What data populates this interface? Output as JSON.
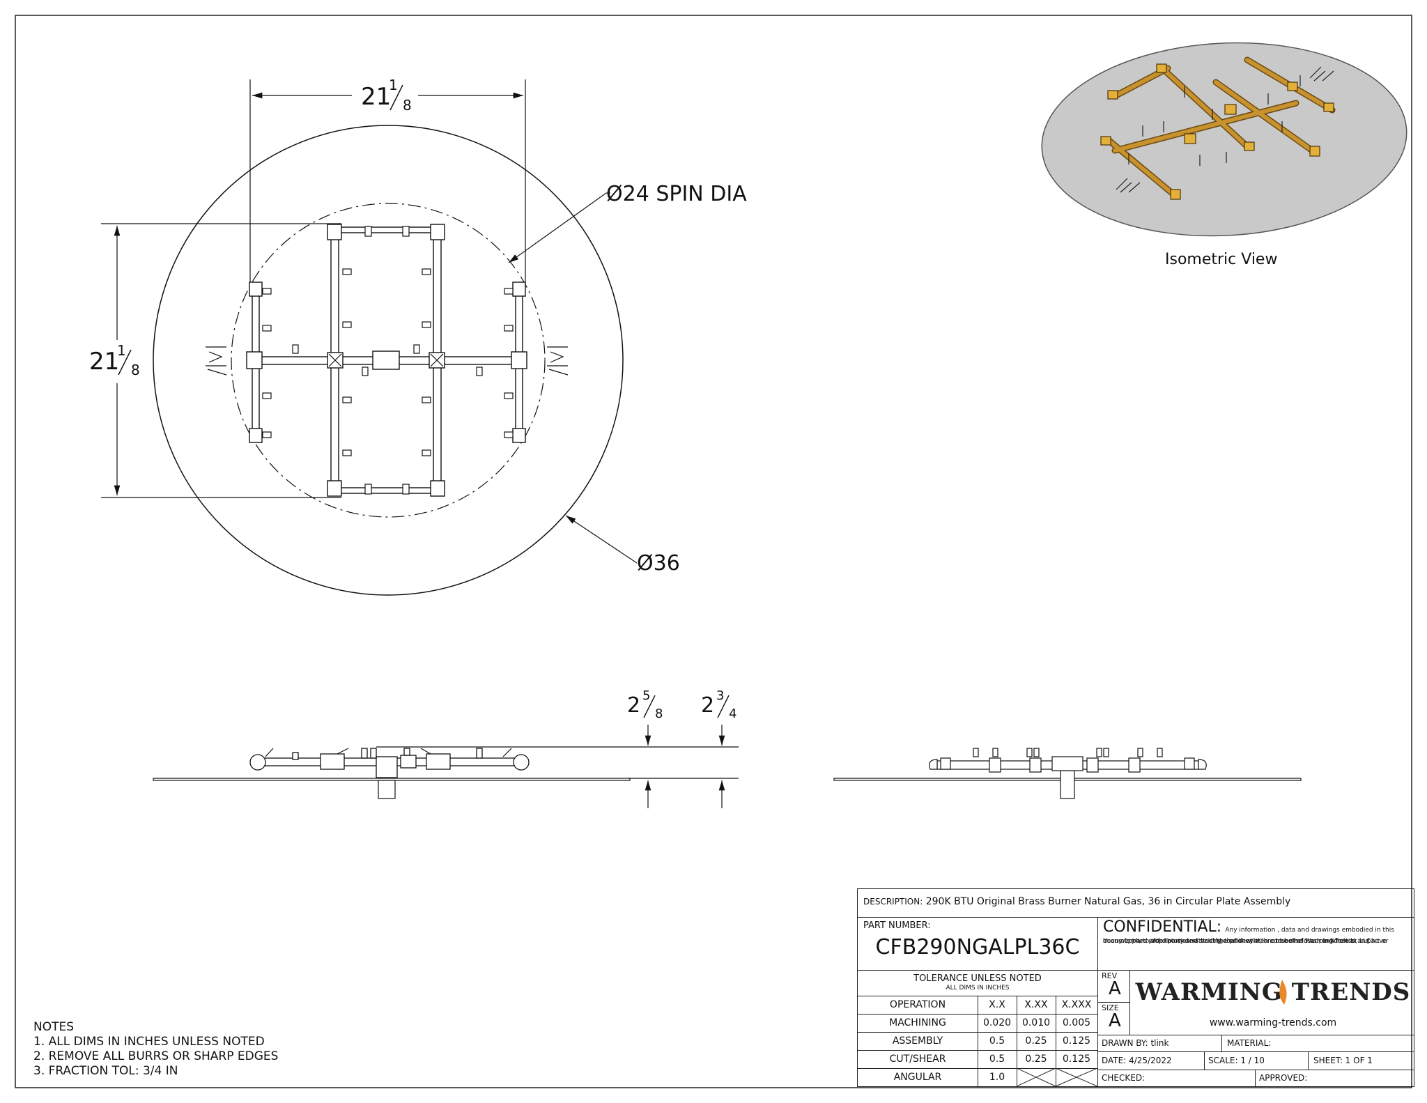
{
  "dimensions": {
    "width_whole": "21",
    "width_num": "1",
    "width_den": "8",
    "height_whole": "21",
    "height_num": "1",
    "height_den": "8",
    "spin_dia": "Ø24 SPIN DIA",
    "plate_dia": "Ø36",
    "burner_h_whole": "2",
    "burner_h_num": "5",
    "burner_h_den": "8",
    "total_h_whole": "2",
    "total_h_num": "3",
    "total_h_den": "4"
  },
  "views": {
    "isometric_label": "Isometric View"
  },
  "notes": {
    "title": "NOTES",
    "items": [
      "1. ALL DIMS IN INCHES UNLESS NOTED",
      "2. REMOVE ALL BURRS OR SHARP EDGES",
      "3. FRACTION TOL: 3/4 IN"
    ]
  },
  "title_block": {
    "description_label": "DESCRIPTION:",
    "description": "290K BTU Original Brass Burner Natural Gas, 36 in Circular Plate Assembly",
    "part_number_label": "PART NUMBER:",
    "part_number": "CFB290NGALPL36C",
    "confidential_title": "CONFIDENTIAL:",
    "confidential_lead": "Any information , data and drawings embodied in this",
    "confidential_lines": [
      "document are proprietary and strictly confidential, are to be held as confidential and have",
      "been supplied with the understanding that they will not be disclosed, in whole or in part or",
      "in any form, to third parties without the prior written consent of Warming Trends, LLC."
    ],
    "tolerance_title": "TOLERANCE UNLESS NOTED",
    "tolerance_sub": "ALL DIMS IN INCHES",
    "tol_headers": [
      "OPERATION",
      "X.X",
      "X.XX",
      "X.XXX"
    ],
    "tol_rows": [
      [
        "MACHINING",
        "0.020",
        "0.010",
        "0.005"
      ],
      [
        "ASSEMBLY",
        "0.5",
        "0.25",
        "0.125"
      ],
      [
        "CUT/SHEAR",
        "0.5",
        "0.25",
        "0.125"
      ]
    ],
    "angular_label": "ANGULAR",
    "angular_value": "1.0",
    "rev_label": "REV",
    "rev": "A",
    "size_label": "SIZE",
    "size": "A",
    "logo_text": "WARMING TRENDS",
    "website": "www.warming-trends.com",
    "drawn_by": "DRAWN BY: tlink",
    "material": "MATERIAL:",
    "date": "DATE:   4/25/2022",
    "scale": "SCALE:  1 / 10",
    "sheet": "SHEET:  1   OF   1",
    "checked": "CHECKED:",
    "approved": "APPROVED:"
  },
  "colors": {
    "line": "#111111",
    "plate_fill_iso": "#c9c9c9",
    "brass": "#c8922e",
    "brass_dark": "#6b4a12",
    "flame": "#e8892b"
  }
}
